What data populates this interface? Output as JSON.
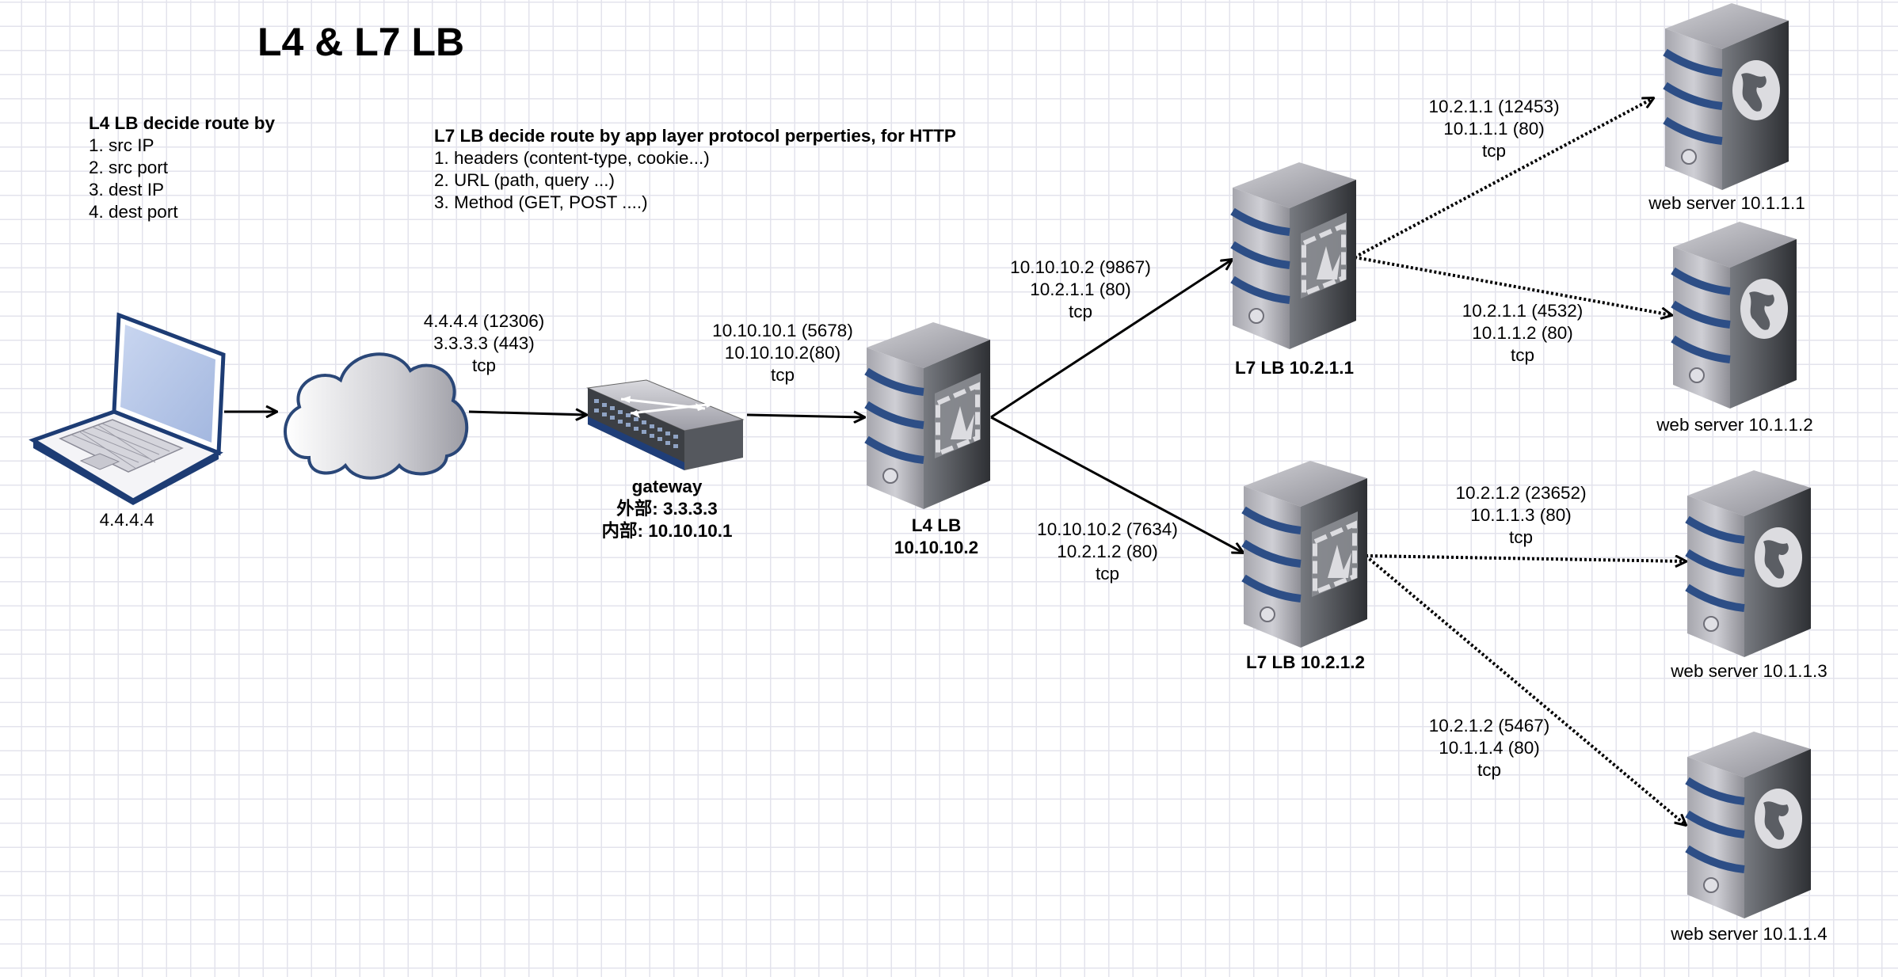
{
  "title": "L4 & L7 LB",
  "l4_note": {
    "heading": "L4 LB decide route by",
    "items": [
      "1. src IP",
      "2. src port",
      "3. dest IP",
      "4. dest port"
    ]
  },
  "l7_note": {
    "heading": "L7 LB decide route by app layer protocol perperties, for HTTP",
    "items": [
      "1. headers (content-type, cookie...)",
      "2. URL (path, query ...)",
      "3. Method (GET, POST ....)"
    ]
  },
  "nodes": {
    "client": {
      "label": "4.4.4.4"
    },
    "gateway": {
      "name": "gateway",
      "ext_prefix": "外部: ",
      "ext_value": "3.3.3.3",
      "int_prefix": "内部: ",
      "int_value": "10.10.10.1"
    },
    "l4lb": {
      "line1": "L4 LB",
      "line2": "10.10.10.2"
    },
    "l7lb1": {
      "label": "L7 LB 10.2.1.1"
    },
    "l7lb2": {
      "label": "L7 LB 10.2.1.2"
    },
    "ws1": {
      "label": "web server 10.1.1.1"
    },
    "ws2": {
      "label": "web server 10.1.1.2"
    },
    "ws3": {
      "label": "web server 10.1.1.3"
    },
    "ws4": {
      "label": "web server 10.1.1.4"
    }
  },
  "connections": {
    "cloud_gateway": {
      "src": "4.4.4.4 (12306)",
      "dst": "3.3.3.3 (443)",
      "proto": "tcp"
    },
    "gateway_l4": {
      "src": "10.10.10.1 (5678)",
      "dst": "10.10.10.2(80)",
      "proto": "tcp"
    },
    "l4_l7a": {
      "src": "10.10.10.2 (9867)",
      "dst": "10.2.1.1 (80)",
      "proto": "tcp"
    },
    "l4_l7b": {
      "src": "10.10.10.2 (7634)",
      "dst": "10.2.1.2 (80)",
      "proto": "tcp"
    },
    "l7a_ws1": {
      "src": "10.2.1.1 (12453)",
      "dst": "10.1.1.1 (80)",
      "proto": "tcp"
    },
    "l7a_ws2": {
      "src": "10.2.1.1 (4532)",
      "dst": "10.1.1.2 (80)",
      "proto": "tcp"
    },
    "l7b_ws3": {
      "src": "10.2.1.2 (23652)",
      "dst": "10.1.1.3 (80)",
      "proto": "tcp"
    },
    "l7b_ws4": {
      "src": "10.2.1.2 (5467)",
      "dst": "10.1.1.4 (80)",
      "proto": "tcp"
    }
  },
  "icons": {
    "laptop": "laptop-icon",
    "cloud": "cloud-icon",
    "switch": "switch-icon",
    "lb_server": "load-balancer-server-icon",
    "web_server": "web-server-icon"
  },
  "colors": {
    "grid": "#e3e3ec",
    "server_stripe": "#2d4e86",
    "laptop_frame": "#1d3c74",
    "laptop_screen": "#b7c8e7"
  }
}
